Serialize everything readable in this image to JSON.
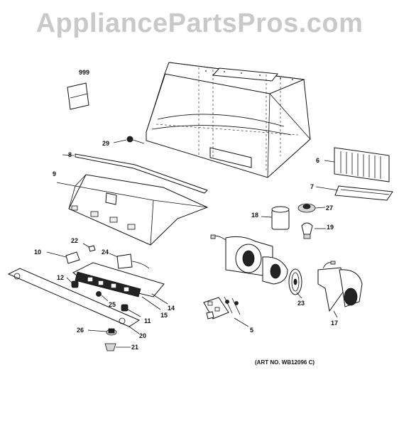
{
  "watermark": "AppliancePartsPros.com",
  "art_number": "(ART NO. WB12096 C)",
  "callouts": {
    "c999": "999",
    "c29": "29",
    "c8": "8",
    "c9": "9",
    "c6": "6",
    "c7": "7",
    "c27": "27",
    "c18": "18",
    "c19": "19",
    "c22": "22",
    "c10": "10",
    "c24": "24",
    "c12": "12",
    "c25": "25",
    "c11": "11",
    "c15": "15",
    "c14": "14",
    "c26": "26",
    "c20": "20",
    "c21": "21",
    "c23": "23",
    "c17": "17",
    "c5": "5"
  }
}
